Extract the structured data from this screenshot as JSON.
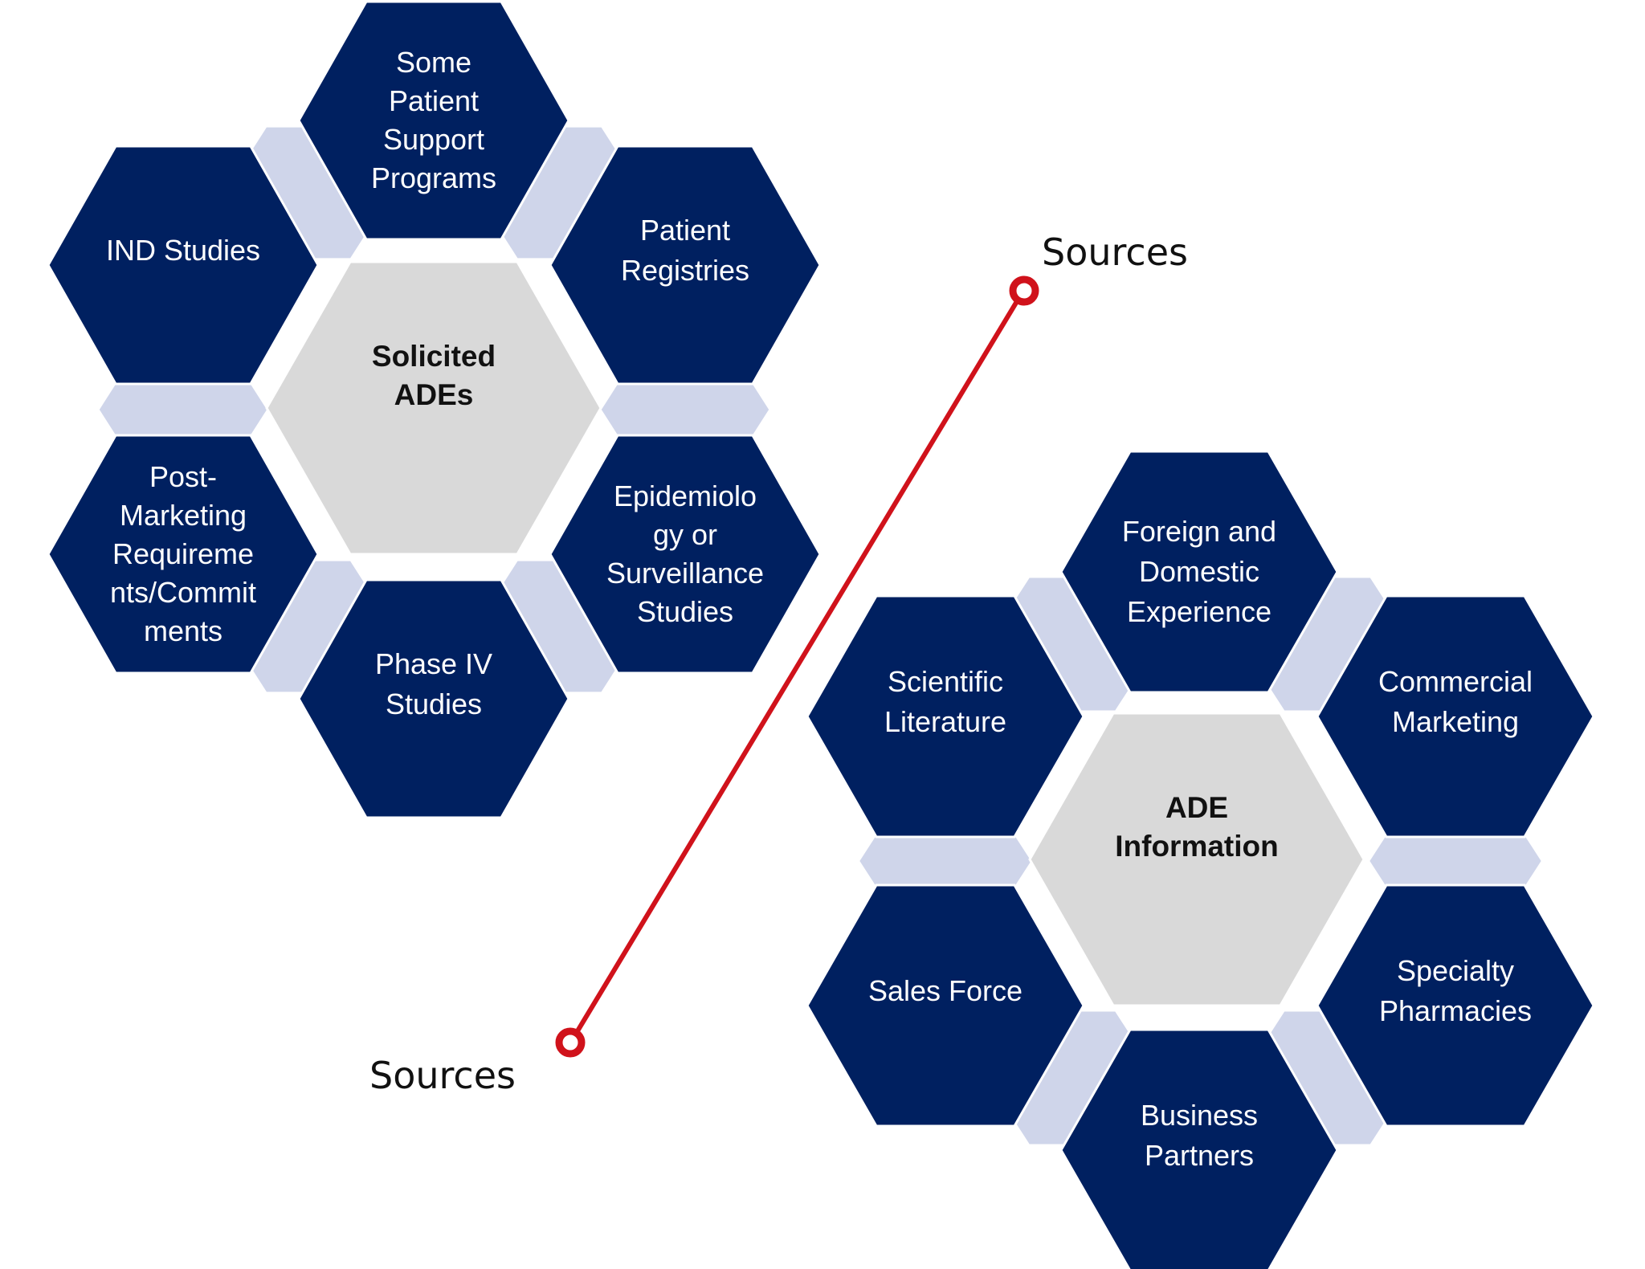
{
  "colors": {
    "outer_hex": "#002060",
    "center_hex": "#d9d9d9",
    "connector": "#cfd5ea",
    "leader_line": "#d0121b",
    "outer_text": "#ffffff",
    "center_text": "#111111"
  },
  "clusters": [
    {
      "id": "solicited",
      "center": {
        "lines": [
          "Solicited",
          "ADEs"
        ]
      },
      "outer": [
        {
          "lines": [
            "Some",
            "Patient",
            "Support",
            "Programs"
          ]
        },
        {
          "lines": [
            "Patient",
            "Registries"
          ]
        },
        {
          "lines": [
            "Epidemiolo",
            "gy or",
            "Surveillance",
            "Studies"
          ]
        },
        {
          "lines": [
            "Phase IV",
            "Studies"
          ]
        },
        {
          "lines": [
            "Post-",
            "Marketing",
            "Requireme",
            "nts/Commit",
            "ments"
          ]
        },
        {
          "lines": [
            "IND Studies"
          ]
        }
      ]
    },
    {
      "id": "ade-information",
      "center": {
        "lines": [
          "ADE",
          "Information"
        ]
      },
      "outer": [
        {
          "lines": [
            "Foreign and",
            "Domestic",
            "Experience"
          ]
        },
        {
          "lines": [
            "Commercial",
            "Marketing"
          ]
        },
        {
          "lines": [
            "Specialty",
            "Pharmacies"
          ]
        },
        {
          "lines": [
            "Business",
            "Partners"
          ]
        },
        {
          "lines": [
            "Sales Force"
          ]
        },
        {
          "lines": [
            "Scientific",
            "Literature"
          ]
        }
      ]
    }
  ],
  "labels": {
    "top_right": "Sources",
    "bottom_left": "Sources"
  }
}
